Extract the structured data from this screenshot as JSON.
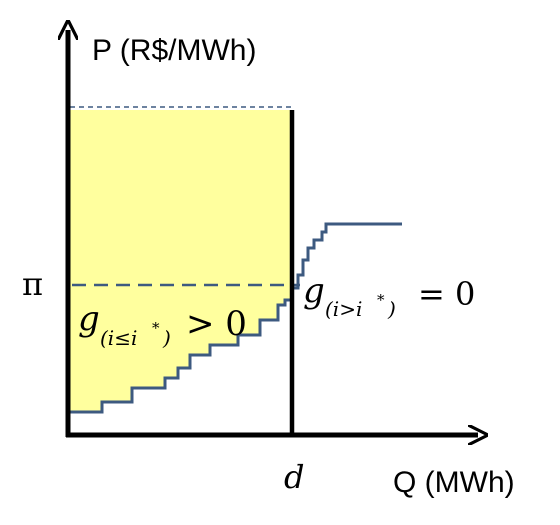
{
  "diagram": {
    "y_axis_label": "P (R$/MWh)",
    "x_axis_label": "Q (MWh)",
    "pi_label": "π",
    "d_label": "d",
    "left_eq": {
      "g": "g",
      "sub": "(i≤i",
      "star": "*",
      "close": ")",
      "rel": "> 0"
    },
    "right_eq": {
      "g": "g",
      "sub": "(i>i",
      "star": "*",
      "close": ")",
      "rel": "= 0"
    }
  },
  "colors": {
    "fill": "#ffff9e",
    "curve": "#3d5a80",
    "dashed": "#3d5a80",
    "axis": "#000000"
  }
}
